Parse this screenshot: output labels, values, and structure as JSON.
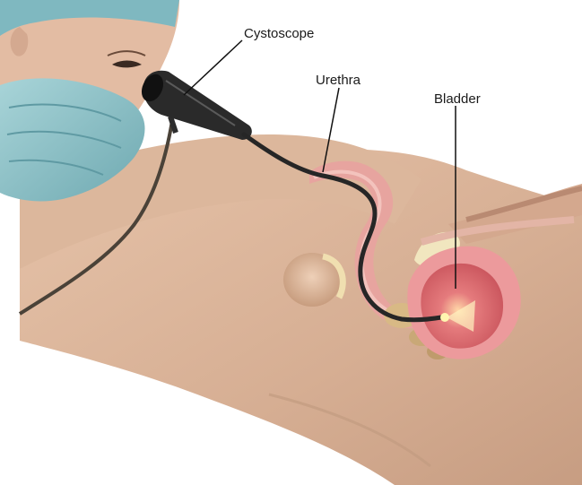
{
  "labels": {
    "cystoscope": "Cystoscope",
    "urethra": "Urethra",
    "bladder": "Bladder"
  },
  "colors": {
    "background": "#ffffff",
    "skin": "#d9b49a",
    "skin_shadow": "#c49a7e",
    "mask": "#8fc3c9",
    "mucosa": "#e9a0a0",
    "bladder_inner": "#d9666d",
    "tube": "#2b2b2b",
    "scope_light": "#fff6b0"
  }
}
